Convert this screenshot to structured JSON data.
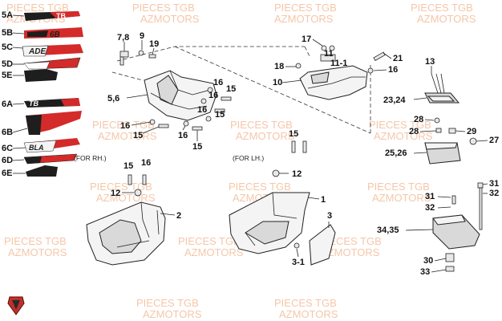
{
  "callouts": {
    "l5a": "5A",
    "l5b": "5B",
    "l5c": "5C",
    "l5d": "5D",
    "l5e": "5E",
    "l6a": "6A",
    "l6b": "6B",
    "l6c": "6C",
    "l6d": "6D",
    "l6e": "6E",
    "l7_8": "7,8",
    "l9": "9",
    "l19": "19",
    "l5_6": "5,6",
    "l16_a": "16",
    "l15_a": "15",
    "l16_b": "16",
    "l16_c": "16",
    "l15_b": "15",
    "l16_d": "16",
    "l15_c": "15",
    "l16_e": "16",
    "l15_d": "15",
    "l17": "17",
    "l11": "11",
    "l11_1": "11-1",
    "l18": "18",
    "l10": "10",
    "l21": "21",
    "l16_f": "16",
    "l13": "13",
    "l23_24": "23,24",
    "l28_a": "28",
    "l28_b": "28",
    "l29": "29",
    "l27": "27",
    "l25_26": "25,26",
    "l15_e": "15",
    "l16_g": "16",
    "l12_a": "12",
    "l2": "2",
    "l15_f": "15",
    "l12_b": "12",
    "l1": "1",
    "l3": "3",
    "l3_1": "3-1",
    "l31_a": "31",
    "l32_a": "32",
    "l31_b": "31",
    "l32_b": "32",
    "l34_35": "34,35",
    "l30": "30",
    "l33": "33"
  },
  "notes": {
    "rh": "(FOR RH.)",
    "lh": "(FOR LH.)"
  },
  "watermark": {
    "line1": "PIECES TGB",
    "line2": "AZMOTORS"
  },
  "colors": {
    "decal_red": "#d42a2a",
    "decal_dark": "#1e1e1e",
    "watermark": "#f2b48c",
    "logo": "#c0302a"
  },
  "icons": {
    "logo": "shield-logo-icon"
  }
}
